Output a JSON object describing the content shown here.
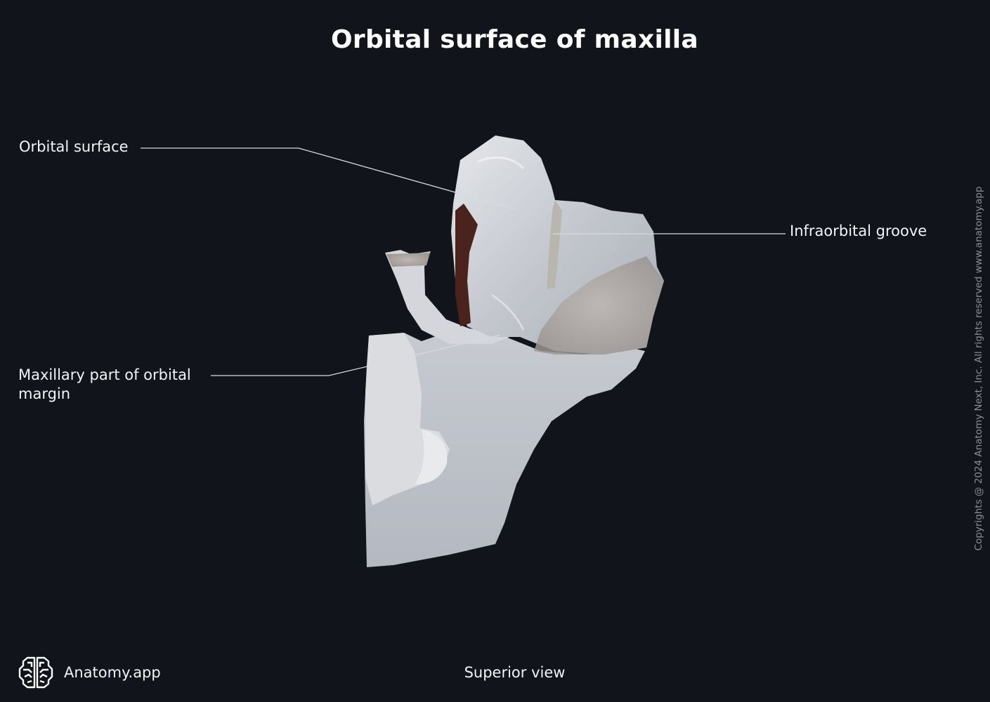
{
  "header": {
    "title": "Orbital surface of maxilla"
  },
  "labels": {
    "orbital_surface": "Orbital surface",
    "infraorbital_groove": "Infraorbital groove",
    "maxillary_part": "Maxillary part of orbital margin"
  },
  "footer": {
    "view": "Superior view",
    "brand_name": "Anatomy.app",
    "brand_icon": "brain-icon"
  },
  "copyright": "Copyrights @ 2024 Anatomy Next, Inc. All rights reserved www.anatomy.app",
  "colors": {
    "background": "#11141a",
    "bone": "#c9ccd3",
    "leader_line": "#d8dadf",
    "text": "#ffffff",
    "muted_text": "#8b8f96"
  }
}
